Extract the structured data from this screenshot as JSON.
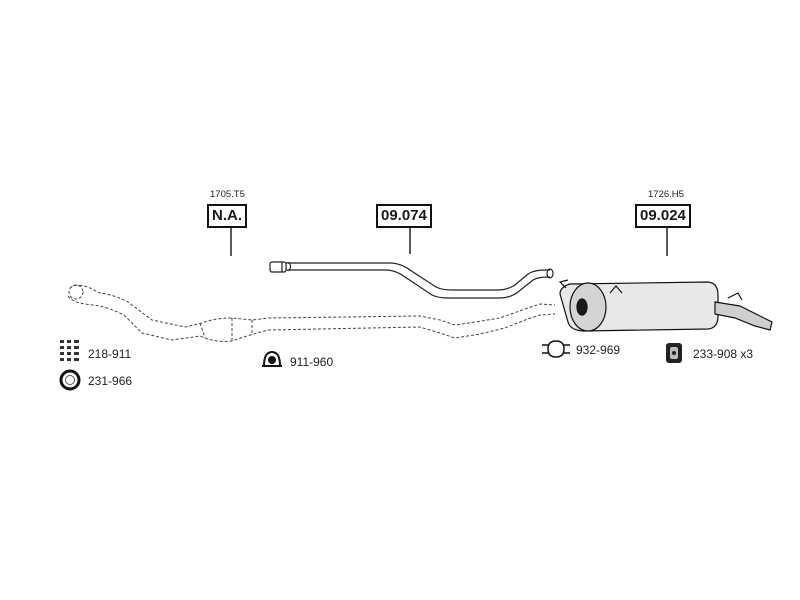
{
  "parts": [
    {
      "ref": "1705.T5",
      "label": "N.A.",
      "name": "front-section"
    },
    {
      "ref": "",
      "label": "09.074",
      "name": "center-pipe"
    },
    {
      "ref": "1726.H5",
      "label": "09.024",
      "name": "rear-silencer"
    }
  ],
  "accessories": {
    "bolt_kit": "218-911",
    "gasket": "231-966",
    "clamp_center": "911-960",
    "clamp_rear": "932-969",
    "rubber_mount": "233-908 x3"
  }
}
